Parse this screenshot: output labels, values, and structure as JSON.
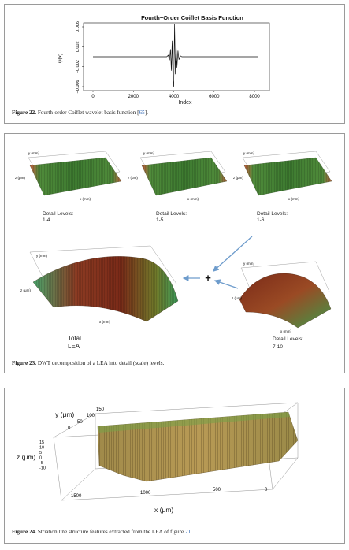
{
  "figure22": {
    "caption_label": "Figure 22.",
    "caption_text": " Fourth-order Coiflet wavelet basis function [",
    "caption_ref": "65",
    "caption_end": "].",
    "chart_data": {
      "type": "line",
      "title": "Fourth−Order Coiflet Basis Function",
      "xlabel": "Index",
      "ylabel": "ψ(x)",
      "xlim": [
        0,
        8192
      ],
      "ylim": [
        -0.006,
        0.006
      ],
      "xticks": [
        "0",
        "2000",
        "4000",
        "6000",
        "8000"
      ],
      "yticks": [
        "−0.006",
        "−0.002",
        "0.002",
        "0.006"
      ],
      "series": [
        {
          "x": [
            0,
            3650,
            3730,
            3790,
            3840,
            3880,
            3920,
            3960,
            4000,
            4040,
            4080,
            4120,
            4160,
            4210,
            4260,
            4320,
            4400,
            8192
          ],
          "values": [
            0,
            0,
            0.0003,
            -0.0007,
            0.0015,
            -0.0028,
            0.0032,
            -0.0045,
            -0.006,
            0.0065,
            -0.0035,
            0.002,
            -0.0022,
            0.0012,
            -0.0006,
            0.0002,
            0,
            0
          ]
        }
      ]
    }
  },
  "figure23": {
    "caption_label": "Figure 23.",
    "caption_text": " DWT decomposition of a LEA into detail (scale) levels.",
    "subplots": [
      {
        "label_1": "Detail Levels:",
        "label_2": "1-4"
      },
      {
        "label_1": "Detail Levels:",
        "label_2": "1-5"
      },
      {
        "label_1": "Detail Levels:",
        "label_2": "1-6"
      },
      {
        "label_1": "Total",
        "label_2": "LEA"
      },
      {
        "label_1": "Detail Levels:",
        "label_2": "7-10"
      }
    ],
    "axis_y": "y (mm)",
    "axis_x": "x (mm)",
    "axis_z": "z (μm)",
    "plus_sign": "+"
  },
  "figure24": {
    "caption_label": "Figure 24.",
    "caption_text": " Striation line structure features extracted from the LEA of figure ",
    "caption_ref": "21",
    "caption_end": ".",
    "axis_y": "y (μm)",
    "axis_x": "x (μm)",
    "axis_z": "z (μm)",
    "y_ticks": [
      "150",
      "100",
      "50",
      "0"
    ],
    "z_ticks": [
      "15",
      "10",
      "5",
      "0",
      "-5",
      "-10"
    ],
    "x_ticks": [
      "1500",
      "1000",
      "500",
      "0"
    ]
  }
}
